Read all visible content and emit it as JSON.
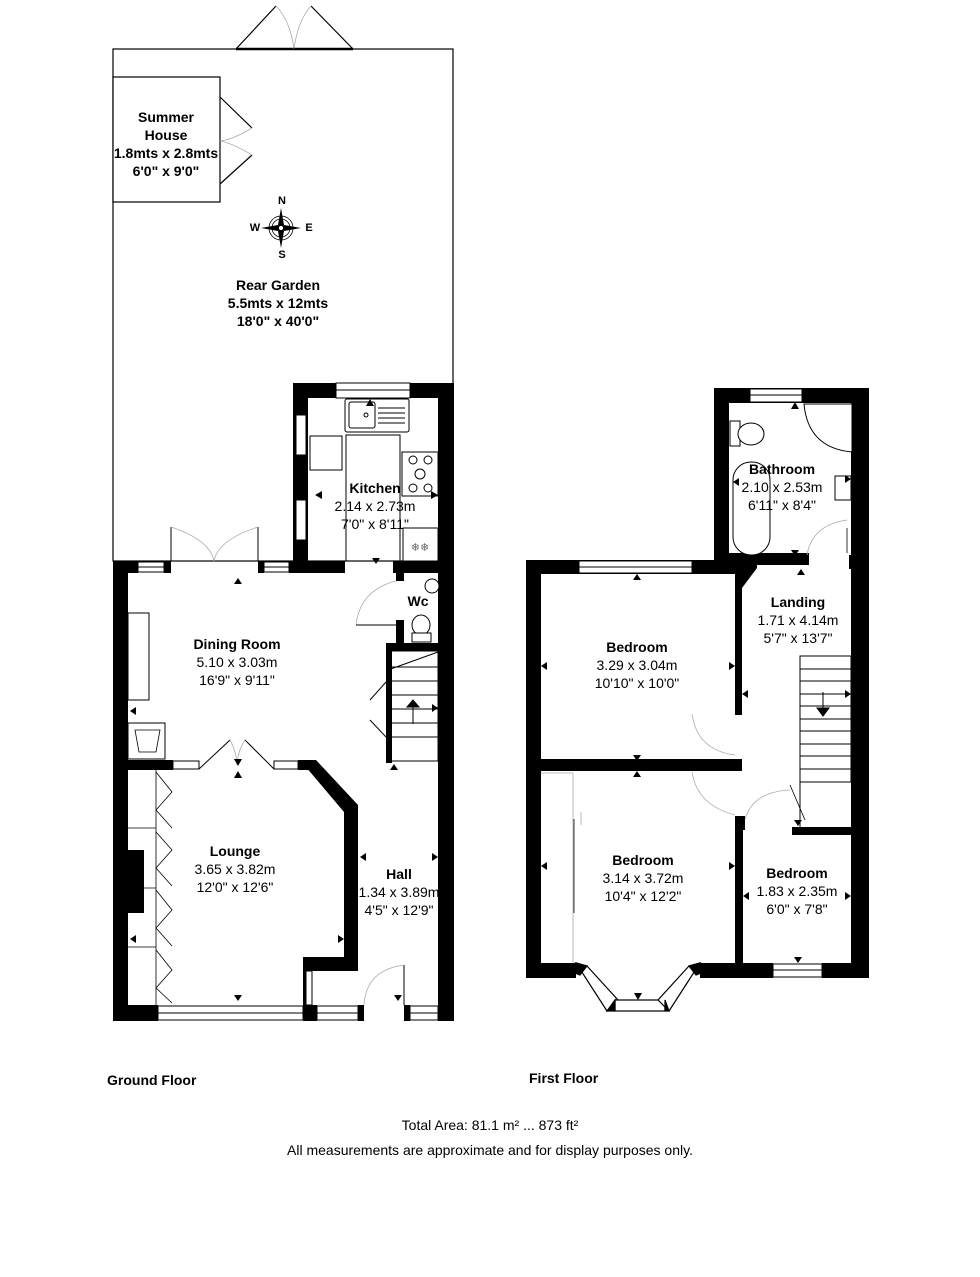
{
  "floors": {
    "ground": {
      "label": "Ground Floor"
    },
    "first": {
      "label": "First Floor"
    }
  },
  "compass": {
    "n": "N",
    "s": "S",
    "e": "E",
    "w": "W"
  },
  "rooms": {
    "summer_house": {
      "name": "Summer",
      "name2": "House",
      "metric": "1.8mts x 2.8mts",
      "imperial": "6'0\" x 9'0\""
    },
    "rear_garden": {
      "name": "Rear Garden",
      "metric": "5.5mts x 12mts",
      "imperial": "18'0\" x 40'0\""
    },
    "kitchen": {
      "name": "Kitchen",
      "metric": "2.14 x 2.73m",
      "imperial": "7'0\" x 8'11\""
    },
    "wc": {
      "name": "Wc"
    },
    "dining_room": {
      "name": "Dining Room",
      "metric": "5.10 x 3.03m",
      "imperial": "16'9\" x 9'11\""
    },
    "lounge": {
      "name": "Lounge",
      "metric": "3.65 x 3.82m",
      "imperial": "12'0\" x 12'6\""
    },
    "hall": {
      "name": "Hall",
      "metric": "1.34 x 3.89m",
      "imperial": "4'5\" x 12'9\""
    },
    "bathroom": {
      "name": "Bathroom",
      "metric": "2.10 x 2.53m",
      "imperial": "6'11\" x 8'4\""
    },
    "landing": {
      "name": "Landing",
      "metric": "1.71 x 4.14m",
      "imperial": "5'7\" x 13'7\""
    },
    "bedroom_1": {
      "name": "Bedroom",
      "metric": "3.29 x 3.04m",
      "imperial": "10'10\" x 10'0\""
    },
    "bedroom_2": {
      "name": "Bedroom",
      "metric": "3.14 x 3.72m",
      "imperial": "10'4\" x 12'2\""
    },
    "bedroom_3": {
      "name": "Bedroom",
      "metric": "1.83 x 2.35m",
      "imperial": "6'0\" x 7'8\""
    }
  },
  "footer": {
    "total_area": "Total Area: 81.1 m² ... 873 ft²",
    "disclaimer": "All measurements are approximate and for display purposes only."
  }
}
